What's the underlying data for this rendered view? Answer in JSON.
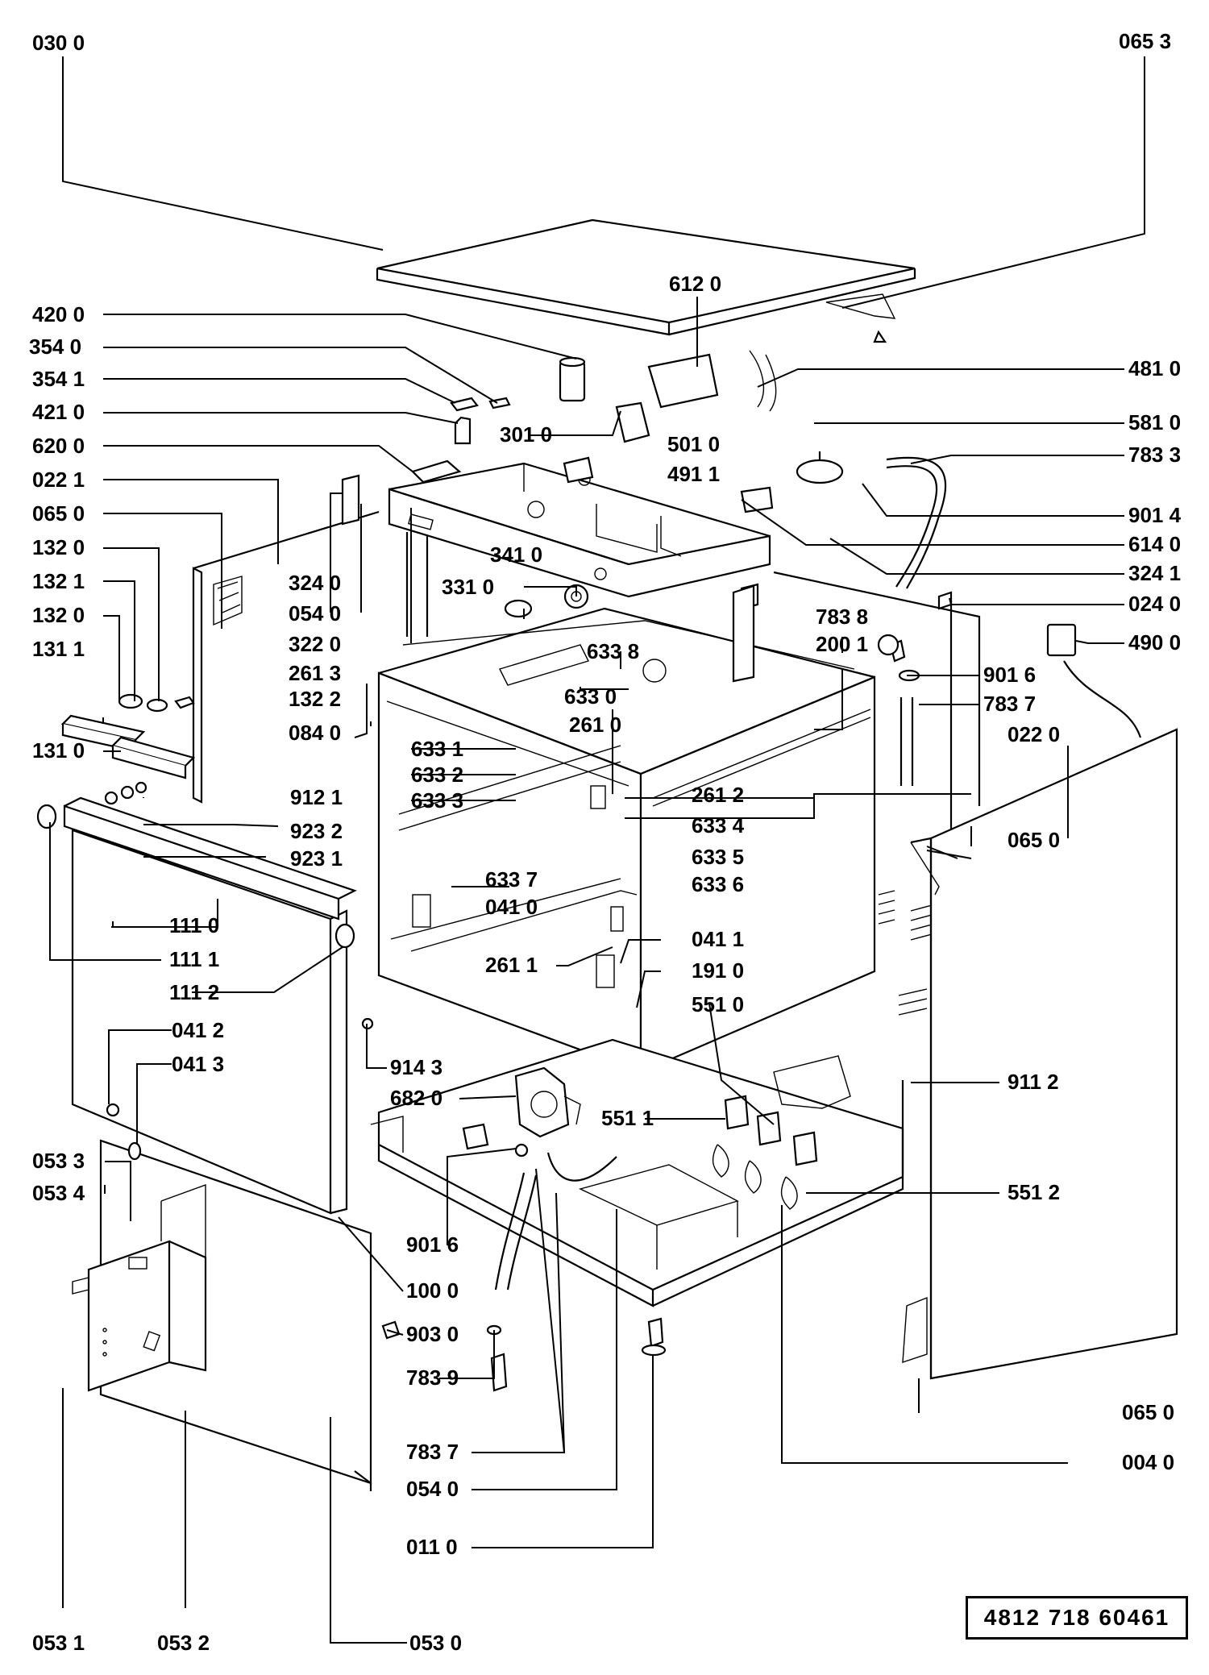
{
  "document_number": "4812 718 60461",
  "labels": {
    "l_030_0": "030 0",
    "l_065_3": "065 3",
    "l_612_0": "612 0",
    "l_420_0": "420 0",
    "l_354_0": "354 0",
    "l_354_1": "354 1",
    "l_421_0": "421 0",
    "l_301_0": "301 0",
    "l_620_0": "620 0",
    "l_022_1": "022 1",
    "l_065_0_a": "065 0",
    "l_132_0_a": "132 0",
    "l_132_1": "132 1",
    "l_132_0_b": "132 0",
    "l_131_1": "131 1",
    "l_131_0": "131 0",
    "l_481_0": "481 0",
    "l_501_0": "501 0",
    "l_491_1": "491 1",
    "l_581_0": "581 0",
    "l_783_3": "783 3",
    "l_901_4": "901 4",
    "l_614_0": "614 0",
    "l_324_1": "324 1",
    "l_024_0": "024 0",
    "l_490_0": "490 0",
    "l_324_0": "324 0",
    "l_054_0_a": "054 0",
    "l_322_0": "322 0",
    "l_341_0": "341 0",
    "l_331_0": "331 0",
    "l_261_3": "261 3",
    "l_783_8": "783 8",
    "l_200_1": "200 1",
    "l_901_6_a": "901 6",
    "l_783_7_a": "783 7",
    "l_022_0": "022 0",
    "l_633_8": "633 8",
    "l_633_0": "633 0",
    "l_132_2": "132 2",
    "l_084_0": "084 0",
    "l_261_0": "261 0",
    "l_633_1": "633 1",
    "l_633_2": "633 2",
    "l_633_3": "633 3",
    "l_261_2": "261 2",
    "l_912_1": "912 1",
    "l_923_2": "923 2",
    "l_923_1": "923 1",
    "l_633_4": "633 4",
    "l_633_5": "633 5",
    "l_633_6": "633 6",
    "l_633_7": "633 7",
    "l_065_0_b": "065 0",
    "l_041_0": "041 0",
    "l_111_0": "111 0",
    "l_111_1": "111 1",
    "l_111_2": "111 2",
    "l_041_1": "041 1",
    "l_261_1": "261 1",
    "l_191_0": "191 0",
    "l_551_0": "551 0",
    "l_041_2": "041 2",
    "l_041_3": "041 3",
    "l_914_3": "914 3",
    "l_911_2": "911 2",
    "l_682_0": "682 0",
    "l_551_1": "551 1",
    "l_053_3": "053 3",
    "l_053_4": "053 4",
    "l_551_2": "551 2",
    "l_901_6_b": "901 6",
    "l_100_0": "100 0",
    "l_903_0": "903 0",
    "l_783_9": "783 9",
    "l_065_0_c": "065 0",
    "l_783_7_b": "783 7",
    "l_004_0": "004 0",
    "l_054_0_b": "054 0",
    "l_011_0": "011 0",
    "l_053_1": "053 1",
    "l_053_2": "053 2",
    "l_053_0": "053 0"
  }
}
